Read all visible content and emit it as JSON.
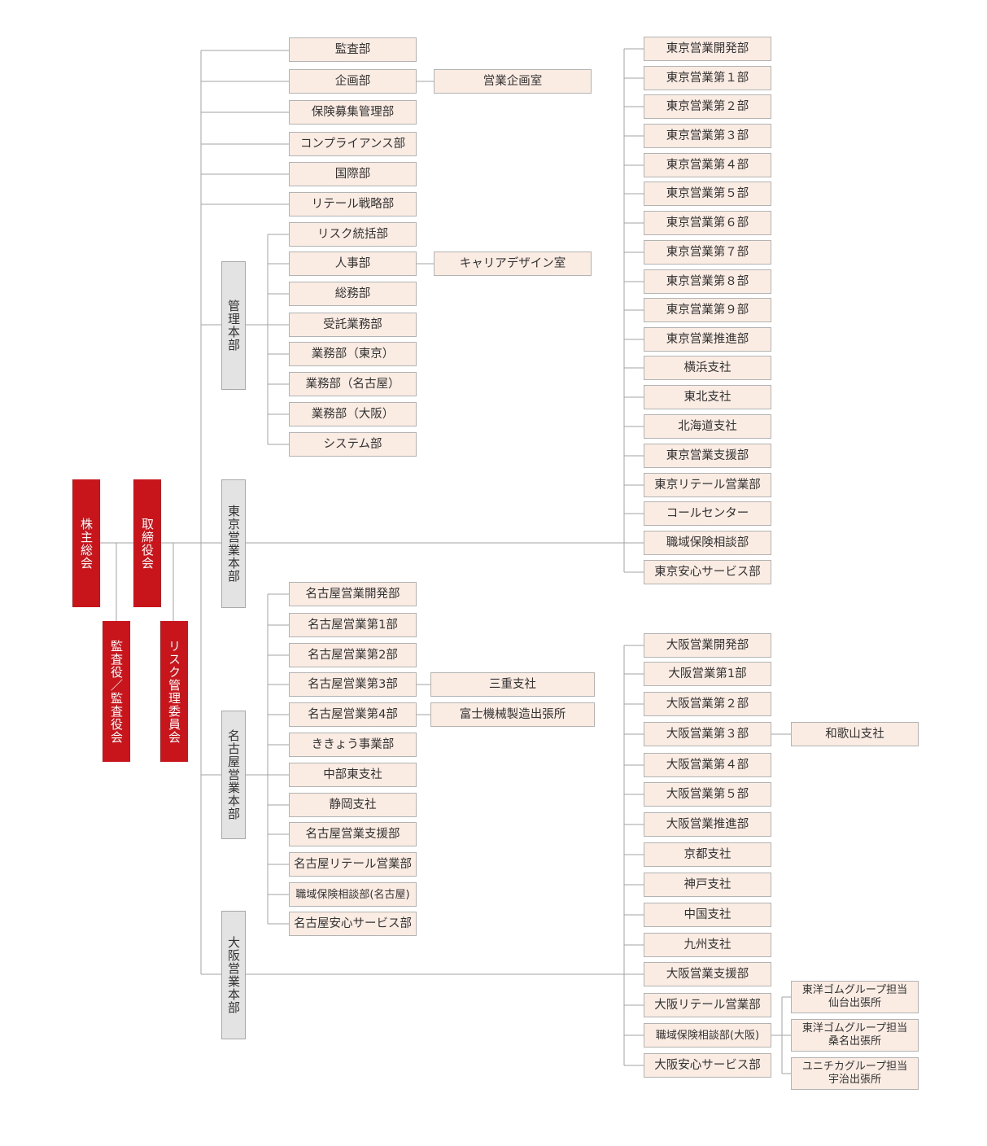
{
  "colors": {
    "executive_fill": "#c8151c",
    "division_fill": "#e3e3e3",
    "department_fill": "#faebe3",
    "connector": "#a3a3a3",
    "text": "#333333"
  },
  "executive": {
    "shareholders_meeting": "株主総会",
    "board_of_directors": "取締役会",
    "auditors": "監査役／監査役会",
    "risk_committee": "リスク管理委員会"
  },
  "divisions": {
    "management": "管理本部",
    "tokyo_sales": "東京営業本部",
    "nagoya_sales": "名古屋営業本部",
    "osaka_sales": "大阪営業本部"
  },
  "direct_departments": [
    "監査部",
    "企画部",
    "保険募集管理部",
    "コンプライアンス部",
    "国際部",
    "リテール戦略部"
  ],
  "management_departments": [
    "リスク統括部",
    "人事部",
    "総務部",
    "受託業務部",
    "業務部（東京）",
    "業務部（名古屋）",
    "業務部（大阪）",
    "システム部"
  ],
  "sub_units": {
    "sales_planning_office": "営業企画室",
    "career_design_office": "キャリアデザイン室",
    "mie_branch": "三重支社",
    "fuji_office": "富士機械製造出張所",
    "wakayama_branch": "和歌山支社",
    "sendai_office": "東洋ゴムグループ担当\n仙台出張所",
    "kuwana_office": "東洋ゴムグループ担当\n桑名出張所",
    "uji_office": "ユニチカグループ担当\n宇治出張所"
  },
  "tokyo_departments": [
    "東京営業開発部",
    "東京営業第１部",
    "東京営業第２部",
    "東京営業第３部",
    "東京営業第４部",
    "東京営業第５部",
    "東京営業第６部",
    "東京営業第７部",
    "東京営業第８部",
    "東京営業第９部",
    "東京営業推進部",
    "横浜支社",
    "東北支社",
    "北海道支社",
    "東京営業支援部",
    "東京リテール営業部",
    "コールセンター",
    "職域保険相談部",
    "東京安心サービス部"
  ],
  "nagoya_departments": [
    "名古屋営業開発部",
    "名古屋営業第1部",
    "名古屋営業第2部",
    "名古屋営業第3部",
    "名古屋営業第4部",
    "ききょう事業部",
    "中部東支社",
    "静岡支社",
    "名古屋営業支援部",
    "名古屋リテール営業部",
    "職域保険相談部(名古屋)",
    "名古屋安心サービス部"
  ],
  "osaka_departments": [
    "大阪営業開発部",
    "大阪営業第1部",
    "大阪営業第２部",
    "大阪営業第３部",
    "大阪営業第４部",
    "大阪営業第５部",
    "大阪営業推進部",
    "京都支社",
    "神戸支社",
    "中国支社",
    "九州支社",
    "大阪営業支援部",
    "大阪リテール営業部",
    "職域保険相談部(大阪)",
    "大阪安心サービス部"
  ]
}
